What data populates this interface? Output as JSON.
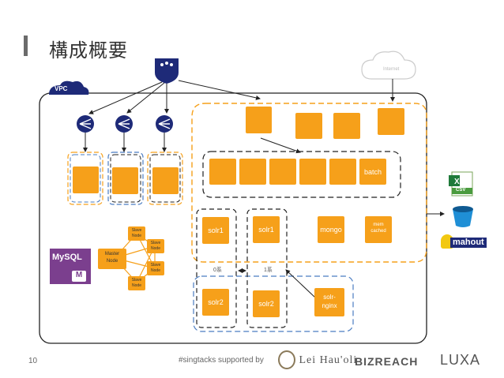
{
  "slide": {
    "title": "構成概要",
    "page_number": "10",
    "footer": "#singtacks supported by",
    "sponsors": [
      "Lei Hau'oli",
      "BIZREACH",
      "LUXA"
    ]
  },
  "diagram": {
    "vpc_label": "VPC",
    "cloud_label": "Internet",
    "batch_label": "batch",
    "solr1_left": "solr1",
    "solr1_right": "solr1",
    "solr2_left": "solr2",
    "solr2_right": "solr2",
    "mongo_label": "mongo",
    "memcached_label": "mem\ncached",
    "solr_nginx_label": "solr-\nnginx",
    "shard_left": "0系",
    "shard_right": "1系",
    "mysql_label": "MySQL",
    "mysql_sub": "M",
    "master_node": "Master\nNode",
    "slave_node": "Slave\nNode",
    "csv_label": "CSV",
    "mahout_label": "mahout"
  },
  "colors": {
    "orange": "#f6a01a",
    "navy": "#1e2a78",
    "blue_dashed": "#4a7cc2",
    "purple": "#7b3f8e"
  }
}
